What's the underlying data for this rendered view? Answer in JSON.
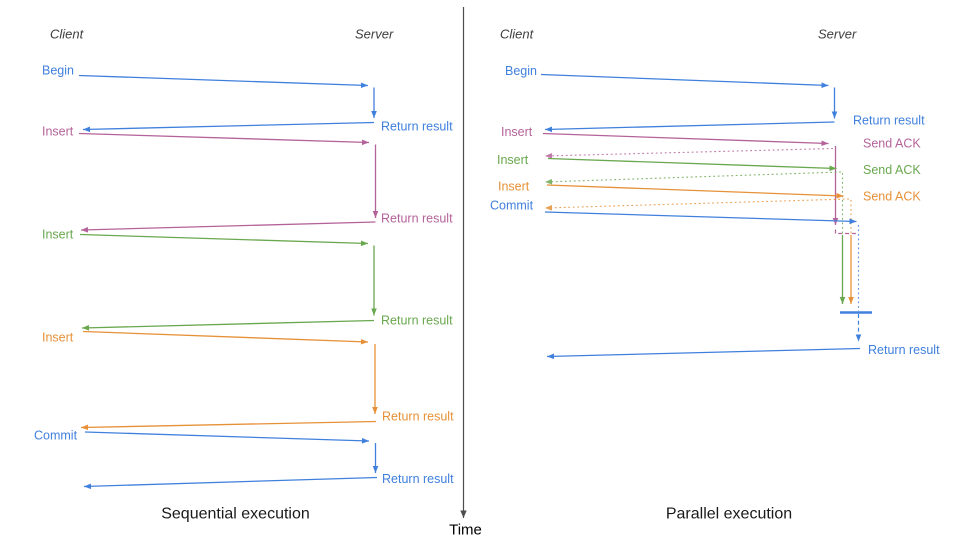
{
  "colors": {
    "blue": "#4080dd",
    "pink": "#b4639a",
    "green": "#6aa84f",
    "orange": "#e69138",
    "heading": "#3e3e3e",
    "axis": "#4d4d4d",
    "caption": "#1a1a1a"
  },
  "time_axis": {
    "label": "Time"
  },
  "left": {
    "caption": "Sequential execution",
    "client_label": "Client",
    "server_label": "Server",
    "messages": [
      {
        "label": "Begin",
        "color": "blue",
        "return_label": "Return result"
      },
      {
        "label": "Insert",
        "color": "pink",
        "return_label": "Return result"
      },
      {
        "label": "Insert",
        "color": "green",
        "return_label": "Return result"
      },
      {
        "label": "Insert",
        "color": "orange",
        "return_label": "Return result"
      },
      {
        "label": "Commit",
        "color": "blue",
        "return_label": "Return result"
      }
    ]
  },
  "right": {
    "caption": "Parallel execution",
    "client_label": "Client",
    "server_label": "Server",
    "messages": [
      {
        "label": "Begin",
        "color": "blue",
        "return_label": "Return result"
      },
      {
        "label": "Insert",
        "color": "pink",
        "ack_label": "Send ACK"
      },
      {
        "label": "Insert",
        "color": "green",
        "ack_label": "Send ACK"
      },
      {
        "label": "Insert",
        "color": "orange",
        "ack_label": "Send ACK"
      },
      {
        "label": "Commit",
        "color": "blue",
        "return_label": "Return result"
      }
    ]
  }
}
